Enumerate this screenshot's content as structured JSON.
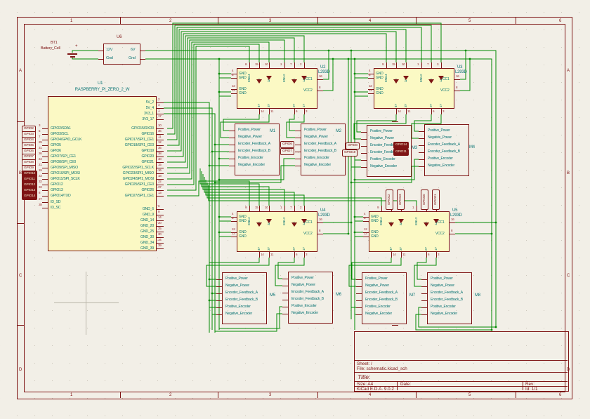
{
  "frame": {
    "columns": [
      "1",
      "2",
      "3",
      "4",
      "5",
      "6"
    ],
    "rows": [
      "A",
      "B",
      "C",
      "D"
    ]
  },
  "title_block": {
    "sheet": "Sheet: /",
    "file": "File: schematic.kicad_sch",
    "title": "Title:",
    "size": "Size: A4",
    "date": "Date:",
    "rev": "Rev:",
    "generator": "KiCad E.D.A. 9.0.2",
    "id": "Id: 1/1"
  },
  "battery": {
    "ref": "BT1",
    "value": "Battery_Cell",
    "plus": "+"
  },
  "converter": {
    "ref": "U6",
    "left_pins": [
      "12V",
      "Gnd"
    ],
    "right_pins": [
      "6V",
      "Gnd"
    ]
  },
  "rpi": {
    "ref": "U1",
    "value": "RASPBERRY_PI_ZERO_2_W",
    "left_pins": [
      {
        "net": "GPIO2",
        "pin": "3",
        "name": "GPIO2/SDA1",
        "filled": false
      },
      {
        "net": "GPIO3",
        "pin": "5",
        "name": "GPIO3/SCL",
        "filled": false
      },
      {
        "net": "GPIO4",
        "pin": "7",
        "name": "GPIO4/GPIO_GCLK",
        "filled": false
      },
      {
        "net": "GPIO5",
        "pin": "29",
        "name": "GPIO5",
        "filled": false
      },
      {
        "net": "GPIO6",
        "pin": "31",
        "name": "GPIO6",
        "filled": false
      },
      {
        "net": "GPIO7",
        "pin": "26",
        "name": "GPIO7/SPI_CE1",
        "filled": false
      },
      {
        "net": "GPIO8",
        "pin": "24",
        "name": "GPIO8/SPI_CE0",
        "filled": false
      },
      {
        "net": "GPIO9",
        "pin": "21",
        "name": "GPIO9/SPI_MISO",
        "filled": false
      },
      {
        "net": "GPIO10",
        "pin": "19",
        "name": "GPIO10/SPI_MOSI",
        "filled": true
      },
      {
        "net": "GPIO11",
        "pin": "23",
        "name": "GPIO11/SPI_SCLK",
        "filled": true
      },
      {
        "net": "GPIO12",
        "pin": "32",
        "name": "GPIO12",
        "filled": true
      },
      {
        "net": "GPIO13",
        "pin": "33",
        "name": "GPIO13",
        "filled": true
      },
      {
        "net": "GPIO14",
        "pin": "8",
        "name": "GPIO14/TXD",
        "filled": true
      }
    ],
    "left_bottom_pins": [
      {
        "pin": "27",
        "name": "ID_SD"
      },
      {
        "pin": "28",
        "name": "ID_SC"
      }
    ],
    "right_power_pins": [
      {
        "name": "5V_2",
        "pin": "2"
      },
      {
        "name": "5V_4",
        "pin": "4"
      },
      {
        "name": "3V3_1",
        "pin": "1"
      },
      {
        "name": "3V3_17",
        "pin": "17"
      }
    ],
    "right_gpio_pins": [
      {
        "name": "GPIO15/RXD0",
        "pin": "10"
      },
      {
        "name": "GPIO16",
        "pin": "36"
      },
      {
        "name": "GPIO17/SPI1_CE1",
        "pin": "11"
      },
      {
        "name": "GPIO18/SPI1_CE0",
        "pin": "12"
      },
      {
        "name": "GPIO19",
        "pin": "35"
      },
      {
        "name": "GPIO20",
        "pin": "38"
      },
      {
        "name": "GPIO21",
        "pin": "40"
      },
      {
        "name": "GPIO22/SPI1_SCLK",
        "pin": "15"
      },
      {
        "name": "GPIO23/SPI1_MISO",
        "pin": "16"
      },
      {
        "name": "GPIO24/SPI1_MOSI",
        "pin": "18"
      },
      {
        "name": "GPIO25/SPI1_CE0",
        "pin": "22"
      },
      {
        "name": "GPIO26",
        "pin": "37"
      },
      {
        "name": "GPIO27/SPI1_CE1",
        "pin": "13"
      }
    ],
    "right_gnd_pins": [
      {
        "name": "GND_6",
        "pin": "6"
      },
      {
        "name": "GND_9",
        "pin": "9"
      },
      {
        "name": "GND_14",
        "pin": "14"
      },
      {
        "name": "GND_20",
        "pin": "20"
      },
      {
        "name": "GND_25",
        "pin": "25"
      },
      {
        "name": "GND_30",
        "pin": "30"
      },
      {
        "name": "GND_34",
        "pin": "34"
      },
      {
        "name": "GND_39",
        "pin": "39"
      }
    ]
  },
  "drivers": {
    "value": "L293D",
    "chips": [
      {
        "ref": "U2"
      },
      {
        "ref": "U3"
      },
      {
        "ref": "U4"
      },
      {
        "ref": "U5"
      }
    ],
    "top_pins": [
      {
        "label": "EN3.4",
        "pin": "9"
      },
      {
        "label": "4A",
        "pin": "15"
      },
      {
        "label": "3A",
        "pin": "10"
      },
      {
        "label": "EN1.2",
        "pin": "1"
      },
      {
        "label": "2A",
        "pin": "7"
      },
      {
        "label": "1A",
        "pin": "2"
      }
    ],
    "bottom_pins": [
      {
        "label": "4Y",
        "pin": "14"
      },
      {
        "label": "3Y",
        "pin": "11"
      },
      {
        "label": "2Y",
        "pin": "6"
      },
      {
        "label": "1Y",
        "pin": "3"
      }
    ],
    "left_pins": [
      {
        "label": "GND",
        "pin": "4"
      },
      {
        "label": "GND",
        "pin": "5"
      },
      {
        "label": "GND",
        "pin": "12"
      },
      {
        "label": "GND",
        "pin": "13"
      }
    ],
    "right_pins": [
      {
        "label": "VCC1",
        "pin": "16"
      },
      {
        "label": "VCC2",
        "pin": "8"
      }
    ]
  },
  "motors": {
    "row_labels": [
      "Positive_Power",
      "Negative_Power",
      "Encoder_Feedback_A",
      "Encoder_Feedback_B",
      "Positive_Encoder",
      "Negative_Encoder"
    ],
    "blocks": [
      {
        "ref": "M1"
      },
      {
        "ref": "M2"
      },
      {
        "ref": "M3"
      },
      {
        "ref": "M4"
      },
      {
        "ref": "M5"
      },
      {
        "ref": "M6"
      },
      {
        "ref": "M7"
      },
      {
        "ref": "M8"
      }
    ]
  },
  "net_labels": {
    "m2": [
      "GPIO6",
      "GPIO7"
    ],
    "m3": [
      "GPIO8",
      "GPIO19"
    ],
    "m4": [
      "GPIO14",
      "GPIO11"
    ],
    "u5_top": [
      "GPIO12",
      "GPIO13",
      "GPIO20",
      "GPIO21"
    ]
  },
  "colors": {
    "wire": "#008a00",
    "symbol_outline": "#7e1414",
    "symbol_fill": "#fbf9c4",
    "pin_name": "#0b7474",
    "pin_number": "#99292c",
    "background": "#f2efe7"
  }
}
